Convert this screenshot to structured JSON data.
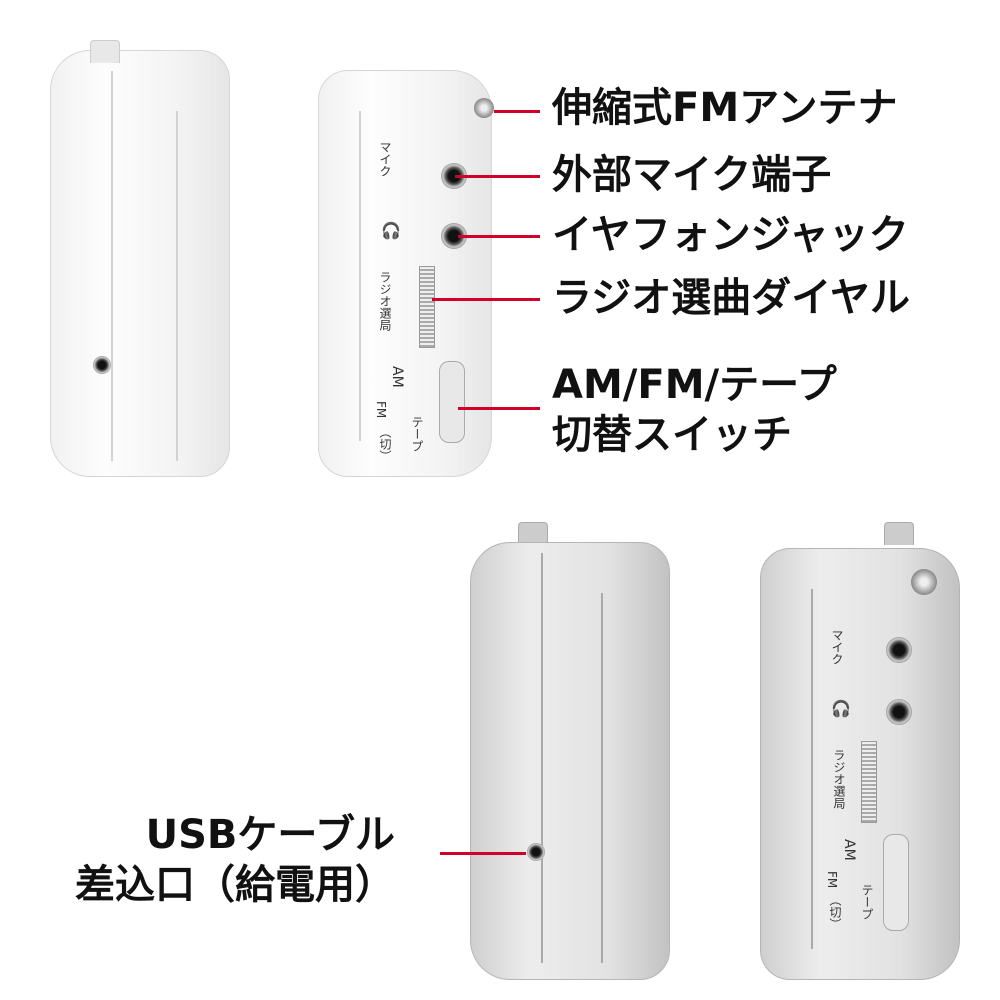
{
  "callouts": {
    "antenna": "伸縮式FMアンテナ",
    "mic_jack": "外部マイク端子",
    "earphone_jack": "イヤフォンジャック",
    "tuning_dial": "ラジオ選曲ダイヤル",
    "switch_line1": "AM/FM/テープ",
    "switch_line2": "切替スイッチ",
    "usb_line1": "USBケーブル",
    "usb_line2": "差込口（給電用）"
  },
  "device_labels": {
    "mic": "マイク",
    "tuning": "ラジオ選局",
    "am": "AM",
    "fm": "FM",
    "tape": "テープ",
    "off": "（切）"
  },
  "colors": {
    "callout_line": "#d1002b"
  }
}
